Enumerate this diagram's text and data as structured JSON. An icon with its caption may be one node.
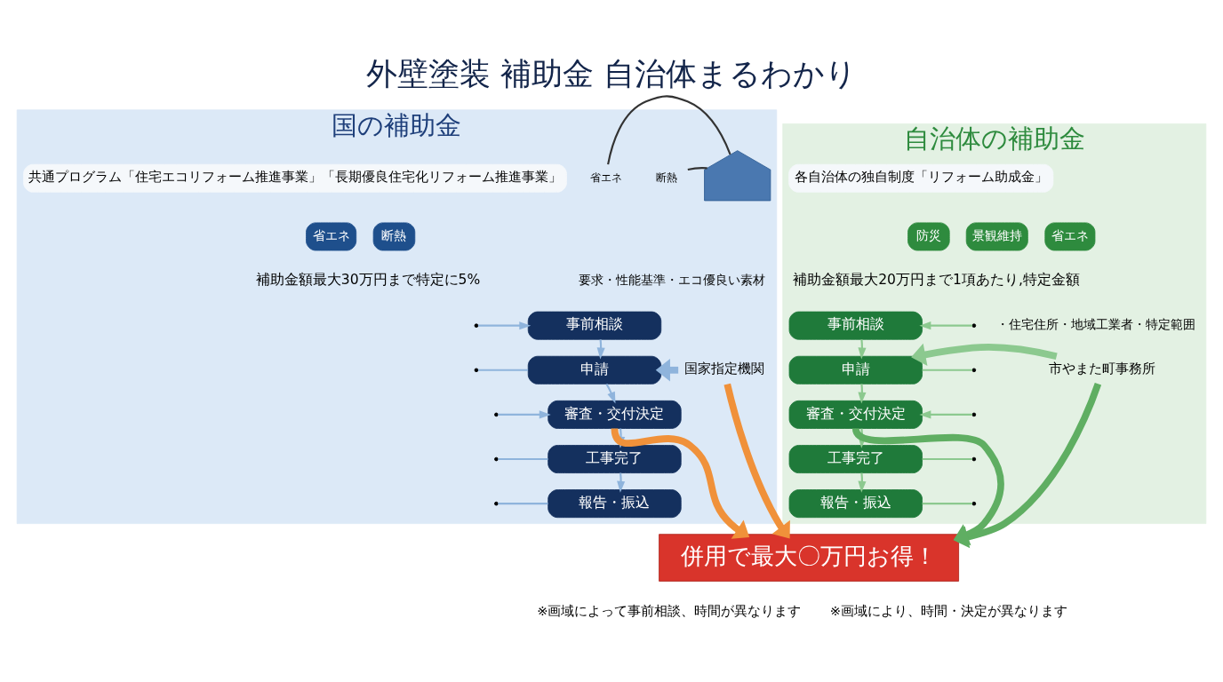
{
  "diagram": {
    "title": "外壁塗装 補助金 自治体まるわかり",
    "nodes": [
      {
        "text": [
          "国の補助金"
        ]
      },
      {
        "text": [
          "共通プログラム「住宅エコリフォーム推進事業」「長期優良住宅化リフォーム推進事業」"
        ],
        "in": 0
      },
      {
        "text": [
          "省エネ"
        ],
        "in": 0
      },
      {
        "text": [
          "断熱"
        ],
        "in": 0
      },
      {
        "text": [
          "事前相談"
        ],
        "in": 0
      },
      {
        "text": [
          "申請"
        ],
        "in": 0
      },
      {
        "text": [
          "審査・交付決定"
        ],
        "in": 0
      },
      {
        "text": [
          "工事完了"
        ],
        "in": 0
      },
      {
        "text": [
          "報告・振込"
        ],
        "in": 0
      },
      {
        "text": [],
        "shape": "picture",
        "in": 0
      },
      {
        "text": [
          "省エネ"
        ],
        "in": 0
      },
      {
        "text": [
          "断熱"
        ],
        "in": 0
      },
      {
        "text": [
          "国家指定機関"
        ],
        "in": 0
      },
      {
        "text": [
          "自治体の補助金"
        ]
      },
      {
        "text": [
          "各自治体の独自制度「リフォーム助成金」"
        ],
        "in": 13
      },
      {
        "text": [
          "防災"
        ],
        "in": 13
      },
      {
        "text": [
          "景観維持"
        ],
        "in": 13
      },
      {
        "text": [
          "省エネ"
        ],
        "in": 13
      },
      {
        "text": [
          "市やまた町事務所"
        ],
        "in": 13
      },
      {
        "text": [
          "事前相談"
        ],
        "in": 13
      },
      {
        "text": [
          "申請"
        ],
        "in": 13
      },
      {
        "text": [
          "審査・交付決定"
        ],
        "in": 13
      },
      {
        "text": [
          "工事完了"
        ],
        "in": 13
      },
      {
        "text": [
          "報告・振込"
        ],
        "in": 13
      },
      {
        "text": [
          "併用で最大〇万円お得！"
        ]
      }
    ],
    "edges": [
      {
        "from": 4,
        "to": 5,
        "arrow": "to",
        "color": "#8fb4dc"
      },
      {
        "from": 5,
        "to": 6,
        "arrow": "to",
        "color": "#8fb4dc"
      },
      {
        "from": 6,
        "to": 7,
        "arrow": "to",
        "color": "#8fb4dc"
      },
      {
        "from": 7,
        "to": 8,
        "arrow": "to",
        "color": "#8fb4dc"
      },
      {
        "from": 12,
        "to": 5,
        "arrow": "to",
        "style": "thick",
        "color": "#8fb4dc"
      },
      {
        "from": null,
        "to": 4,
        "arrow": "to",
        "color": "#8fb4dc"
      },
      {
        "from": null,
        "to": 5,
        "arrow": "none",
        "color": "#8fb4dc"
      },
      {
        "from": null,
        "to": 6,
        "arrow": "to",
        "color": "#8fb4dc"
      },
      {
        "from": null,
        "to": 7,
        "arrow": "none",
        "color": "#8fb4dc"
      },
      {
        "from": null,
        "to": 8,
        "arrow": "none",
        "color": "#8fb4dc"
      },
      {
        "from": 12,
        "to": 24,
        "arrow": "to",
        "style": "thick",
        "color": "#f0913a"
      },
      {
        "from": 6,
        "to": 24,
        "arrow": "to",
        "style": "thick",
        "color": "#f0913a"
      },
      {
        "from": 19,
        "to": 20,
        "arrow": "to",
        "color": "#8cc98f"
      },
      {
        "from": 20,
        "to": 21,
        "arrow": "to",
        "color": "#8cc98f"
      },
      {
        "from": 21,
        "to": 22,
        "arrow": "to",
        "color": "#8cc98f"
      },
      {
        "from": 22,
        "to": 23,
        "arrow": "to",
        "color": "#8cc98f"
      },
      {
        "from": 18,
        "to": 20,
        "arrow": "to",
        "style": "thick",
        "color": "#8cc98f"
      },
      {
        "from": null,
        "to": 19,
        "arrow": "to",
        "color": "#8cc98f"
      },
      {
        "from": null,
        "to": 20,
        "arrow": "none",
        "color": "#8cc98f"
      },
      {
        "from": null,
        "to": 21,
        "arrow": "to",
        "color": "#8cc98f"
      },
      {
        "from": null,
        "to": 22,
        "arrow": "none",
        "color": "#8cc98f"
      },
      {
        "from": null,
        "to": 23,
        "arrow": "none",
        "color": "#8cc98f"
      },
      {
        "from": 18,
        "to": 24,
        "arrow": "to",
        "style": "thick",
        "color": "#5fae62"
      },
      {
        "from": 21,
        "to": 24,
        "arrow": "to",
        "style": "thick",
        "color": "#5fae62"
      },
      {
        "from": 10,
        "to": 9,
        "arrow": "none",
        "color": "#333333"
      },
      {
        "from": 11,
        "to": 9,
        "arrow": "none",
        "color": "#333333"
      }
    ],
    "labels": [
      "補助金額最大30万円まで特定に5%",
      "要求・性能基準・エコ優良い素材",
      "補助金額最大20万円まで1項あたり,特定金額",
      "・住宅住所・地域工業者・特定範囲",
      "※画域によって事前相談、時間が異なります",
      "※画域により、時間・決定が異なります"
    ]
  }
}
